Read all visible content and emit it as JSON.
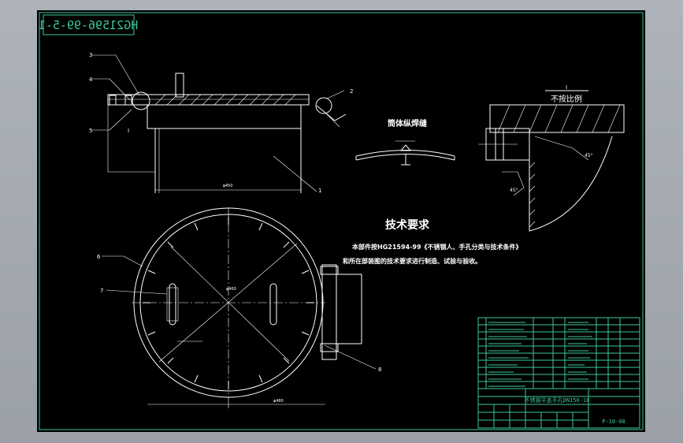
{
  "drawing_number_mirrored": "HG21596-99-5-1",
  "section_title": "筒体纵焊缝",
  "scale_note": "不按比例",
  "detail_label": "I",
  "tech_title": "技术要求",
  "tech_line_1": "本部件按HG21594-99《不锈钢人、手孔分类与技术条件》",
  "tech_line_2": "和所在部装图的技术要求进行制造、试验与验收。",
  "callouts": [
    "3",
    "4",
    "5",
    "2",
    "1",
    "6",
    "7",
    "8"
  ],
  "title_block_title": "不锈钢平盖手孔DN150-10",
  "title_block_code": "P-10-08",
  "colors": {
    "line": "#ffffff",
    "title_block": "#3cc79a",
    "paper": "#000000",
    "frame": "#a3a8b0"
  }
}
